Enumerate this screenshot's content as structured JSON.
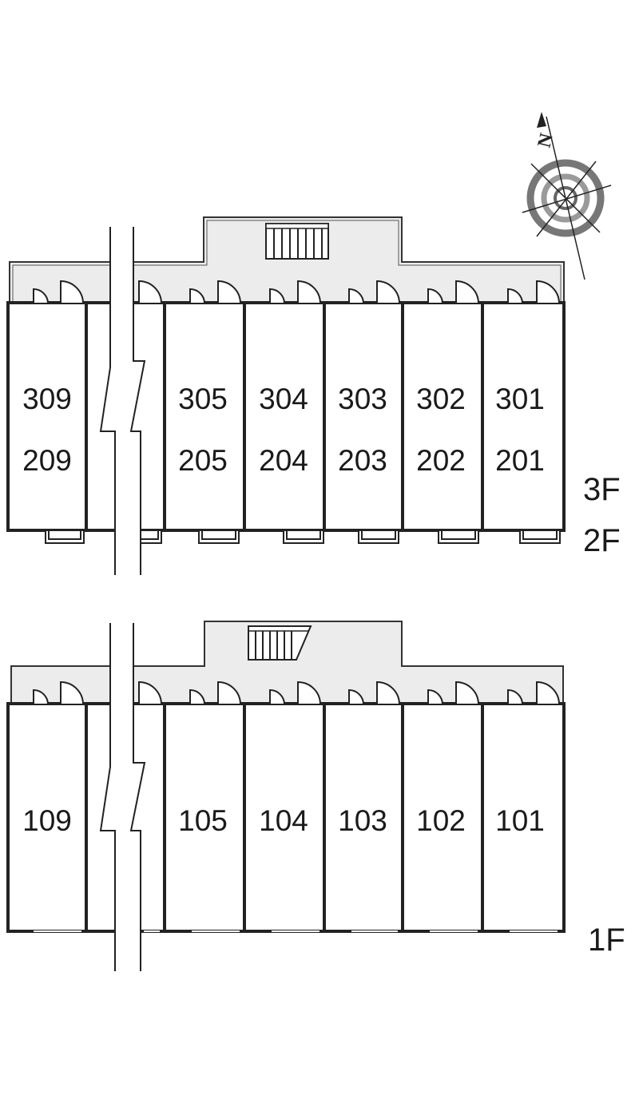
{
  "upper_block": {
    "units_top": [
      "309",
      "305",
      "304",
      "303",
      "302",
      "301"
    ],
    "units_bottom": [
      "209",
      "205",
      "204",
      "203",
      "202",
      "201"
    ],
    "floors": [
      "3F",
      "2F"
    ]
  },
  "lower_block": {
    "units": [
      "109",
      "105",
      "104",
      "103",
      "102",
      "101"
    ],
    "floor": "1F"
  },
  "compass": {
    "north_label": "N"
  }
}
